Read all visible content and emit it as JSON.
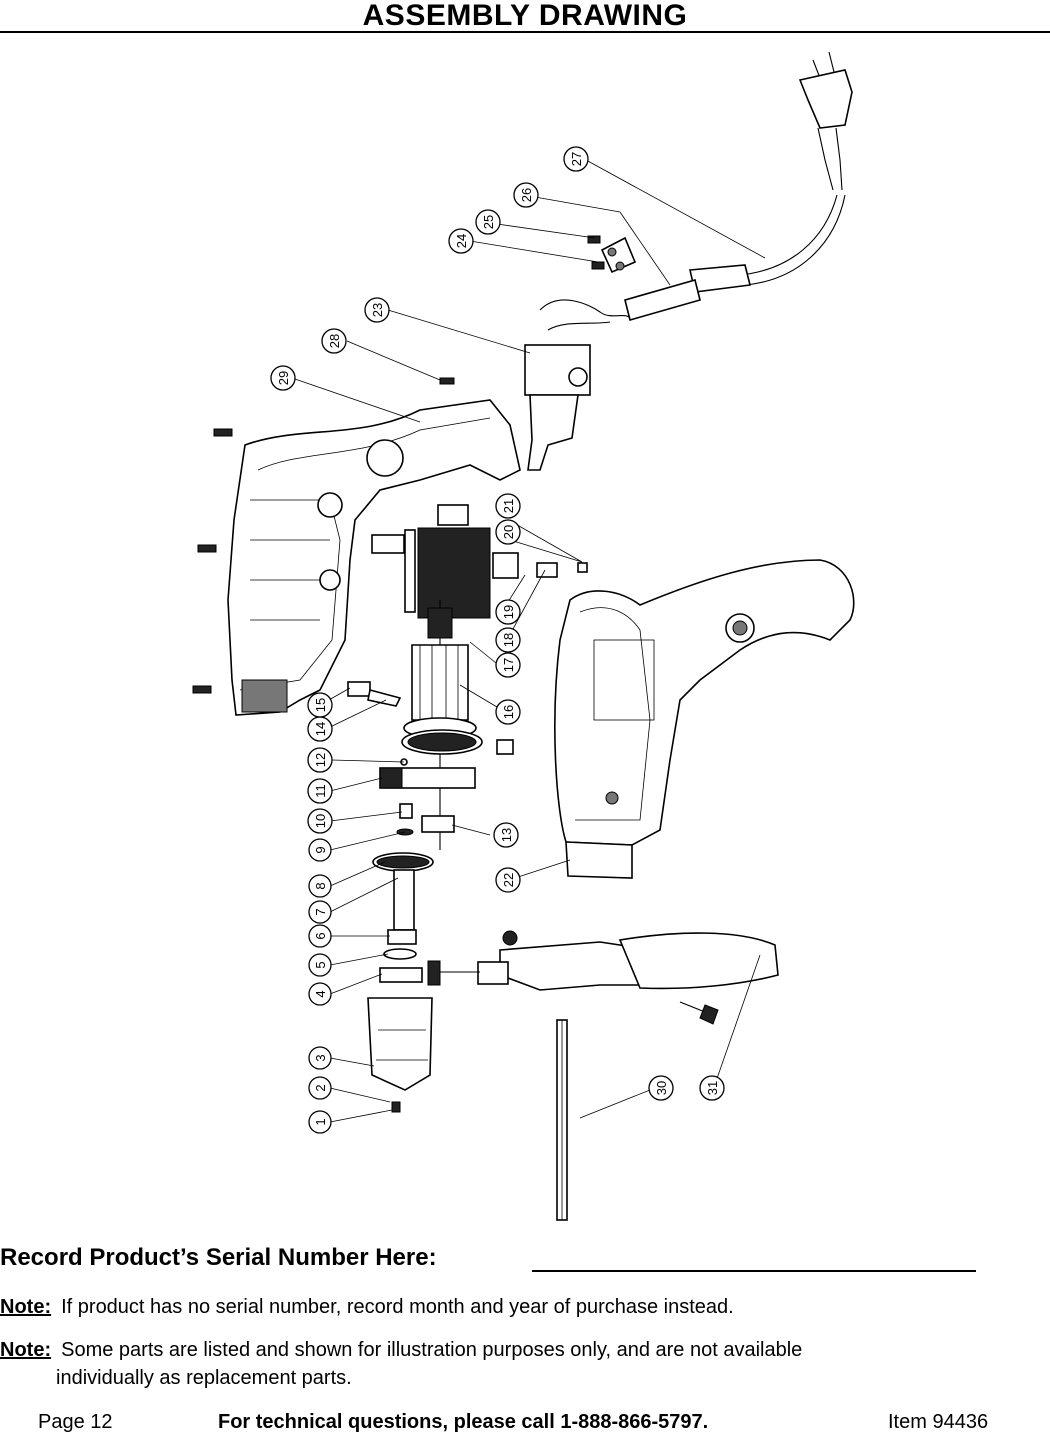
{
  "header": {
    "title": "ASSEMBLY DRAWING"
  },
  "drawing": {
    "callouts": [
      "1",
      "2",
      "3",
      "4",
      "5",
      "6",
      "7",
      "8",
      "9",
      "10",
      "11",
      "12",
      "13",
      "14",
      "15",
      "16",
      "17",
      "18",
      "19",
      "20",
      "21",
      "22",
      "23",
      "24",
      "25",
      "26",
      "27",
      "28",
      "29",
      "30",
      "31"
    ]
  },
  "serial": {
    "label": "Record Product’s Serial Number Here:"
  },
  "notes": [
    {
      "label": "Note:",
      "text": "If product has no serial number, record month and year of purchase instead."
    },
    {
      "label": "Note:",
      "text": "Some parts are listed and shown for illustration purposes only, and are not available",
      "text_cont": "individually as replacement parts."
    }
  ],
  "footer": {
    "page": "Page 12",
    "tech": "For technical questions, please call 1-888-866-5797.",
    "item": "Item 94436"
  }
}
